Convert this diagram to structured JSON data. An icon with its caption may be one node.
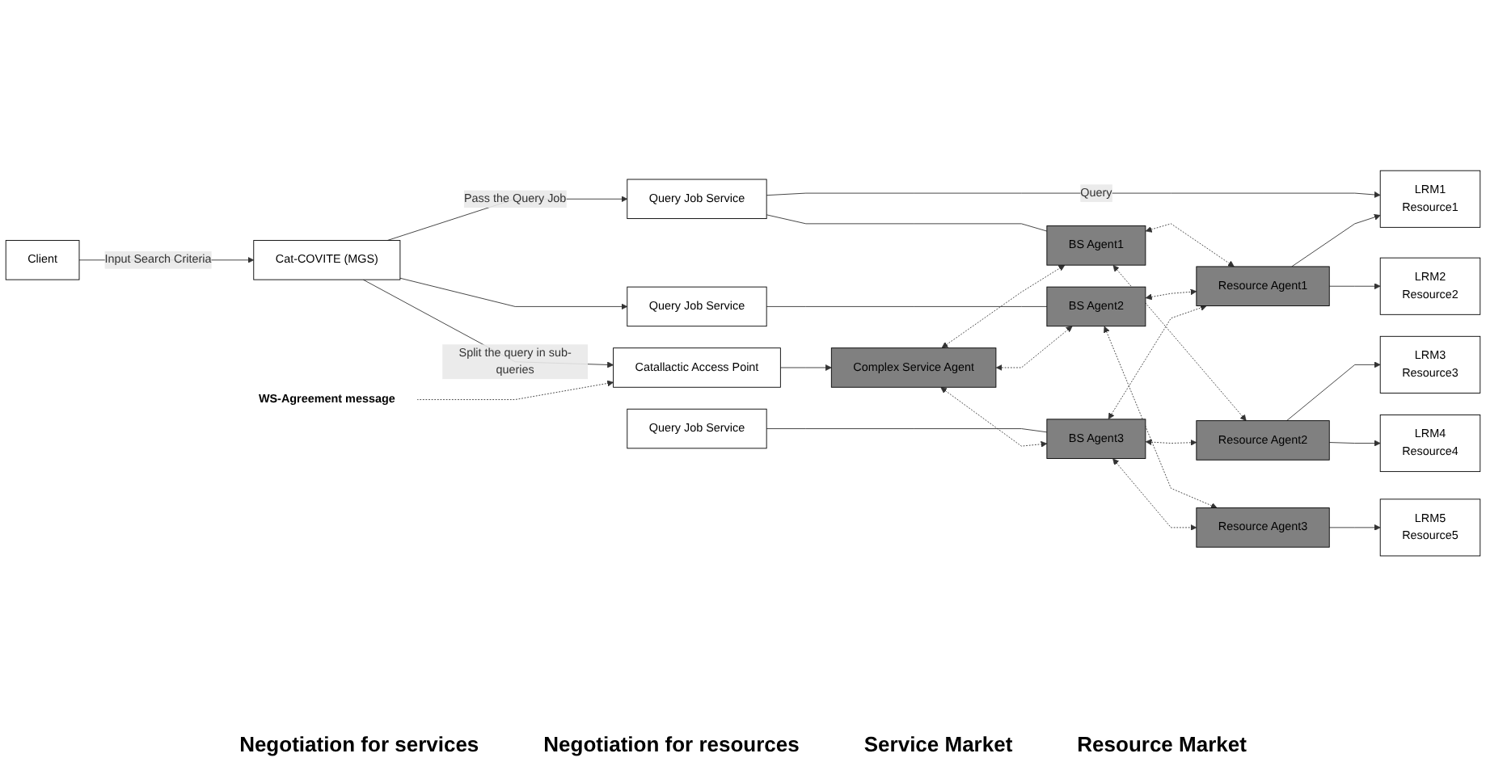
{
  "diagram": {
    "nodes": [
      {
        "text": [
          "Client"
        ]
      },
      {
        "text": [
          "Cat-COVITE (MGS)"
        ]
      },
      {
        "text": [
          "Catallactic Access Point"
        ]
      },
      {
        "text": [
          "Complex Service Agent"
        ]
      },
      {
        "text": [
          "Query Job Service"
        ]
      },
      {
        "text": [
          "BS Agent1"
        ]
      },
      {
        "text": [
          "Query Job Service"
        ]
      },
      {
        "text": [
          "BS Agent2"
        ]
      },
      {
        "text": [
          "Query Job Service"
        ]
      },
      {
        "text": [
          "BS Agent3"
        ]
      },
      {
        "text": [
          "Resource Agent1"
        ]
      },
      {
        "text": [
          "Resource Agent2"
        ]
      },
      {
        "text": [
          "Resource Agent3"
        ]
      },
      {
        "text": [
          "LRM1",
          "Resource1"
        ]
      },
      {
        "text": [
          "LRM2",
          "Resource2"
        ]
      },
      {
        "text": [
          "LRM3",
          "Resource3"
        ]
      },
      {
        "text": [
          "LRM4",
          "Resource4"
        ]
      },
      {
        "text": [
          "LRM5",
          "Resource5"
        ]
      },
      {
        "text": [
          "WS-Agreement message"
        ]
      }
    ],
    "edges": [
      {
        "from": 0,
        "to": 1,
        "arrow": "to",
        "label": "Input Search Criteria"
      },
      {
        "from": 1,
        "to": 4,
        "arrow": "to",
        "label": "Pass the Query Job"
      },
      {
        "from": 1,
        "to": 6,
        "arrow": "to"
      },
      {
        "from": 1,
        "to": 2,
        "arrow": "to",
        "label": "Split the query in sub-queries"
      },
      {
        "from": 18,
        "to": 2,
        "arrow": "to",
        "style": "dashed"
      },
      {
        "from": 2,
        "to": 3,
        "arrow": "to"
      },
      {
        "from": 4,
        "to": 5,
        "arrow": "none"
      },
      {
        "from": 6,
        "to": 7,
        "arrow": "none"
      },
      {
        "from": 8,
        "to": 9,
        "arrow": "none"
      },
      {
        "from": 3,
        "to": 5,
        "arrow": "both",
        "style": "dashed"
      },
      {
        "from": 3,
        "to": 7,
        "arrow": "both",
        "style": "dashed"
      },
      {
        "from": 3,
        "to": 9,
        "arrow": "both",
        "style": "dashed"
      },
      {
        "from": 5,
        "to": 10,
        "arrow": "both",
        "style": "dashed"
      },
      {
        "from": 5,
        "to": 11,
        "arrow": "both",
        "style": "dashed"
      },
      {
        "from": 7,
        "to": 10,
        "arrow": "both",
        "style": "dashed"
      },
      {
        "from": 7,
        "to": 12,
        "arrow": "both",
        "style": "dashed"
      },
      {
        "from": 9,
        "to": 10,
        "arrow": "both",
        "style": "dashed"
      },
      {
        "from": 9,
        "to": 11,
        "arrow": "both",
        "style": "dashed"
      },
      {
        "from": 9,
        "to": 12,
        "arrow": "both",
        "style": "dashed"
      },
      {
        "from": 4,
        "to": 13,
        "arrow": "to",
        "label": "Query"
      },
      {
        "from": 10,
        "to": 13,
        "arrow": "to"
      },
      {
        "from": 10,
        "to": 14,
        "arrow": "to"
      },
      {
        "from": 11,
        "to": 15,
        "arrow": "to"
      },
      {
        "from": 11,
        "to": 16,
        "arrow": "to"
      },
      {
        "from": 12,
        "to": 17,
        "arrow": "to"
      }
    ],
    "labels": [
      "Negotiation for services",
      "Negotiation for resources",
      "Service Market",
      "Resource Market"
    ]
  }
}
